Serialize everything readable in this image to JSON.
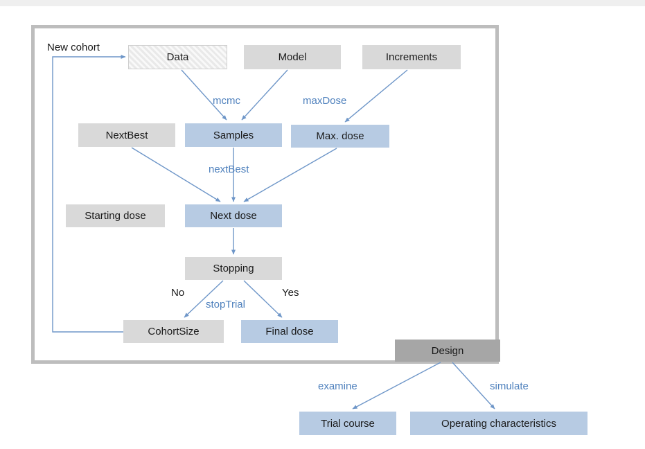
{
  "diagram": {
    "nodes": {
      "data": "Data",
      "model": "Model",
      "increments": "Increments",
      "nextbest": "NextBest",
      "samples": "Samples",
      "maxdose": "Max. dose",
      "starting_dose": "Starting dose",
      "next_dose": "Next dose",
      "stopping": "Stopping",
      "cohort_size": "CohortSize",
      "final_dose": "Final dose",
      "design": "Design",
      "trial_course": "Trial course",
      "operating_characteristics": "Operating characteristics"
    },
    "edge_labels": {
      "new_cohort": "New cohort",
      "mcmc": "mcmc",
      "max_dose": "maxDose",
      "next_best": "nextBest",
      "no": "No",
      "yes": "Yes",
      "stop_trial": "stopTrial",
      "examine": "examine",
      "simulate": "simulate"
    },
    "colors": {
      "gray_box": "#d9d9d9",
      "blue_box": "#b7cbe3",
      "design_box": "#a6a6a6",
      "arrow": "#6e96c8",
      "label_blue": "#4f81bd",
      "frame_border": "#bdbdbd"
    }
  }
}
